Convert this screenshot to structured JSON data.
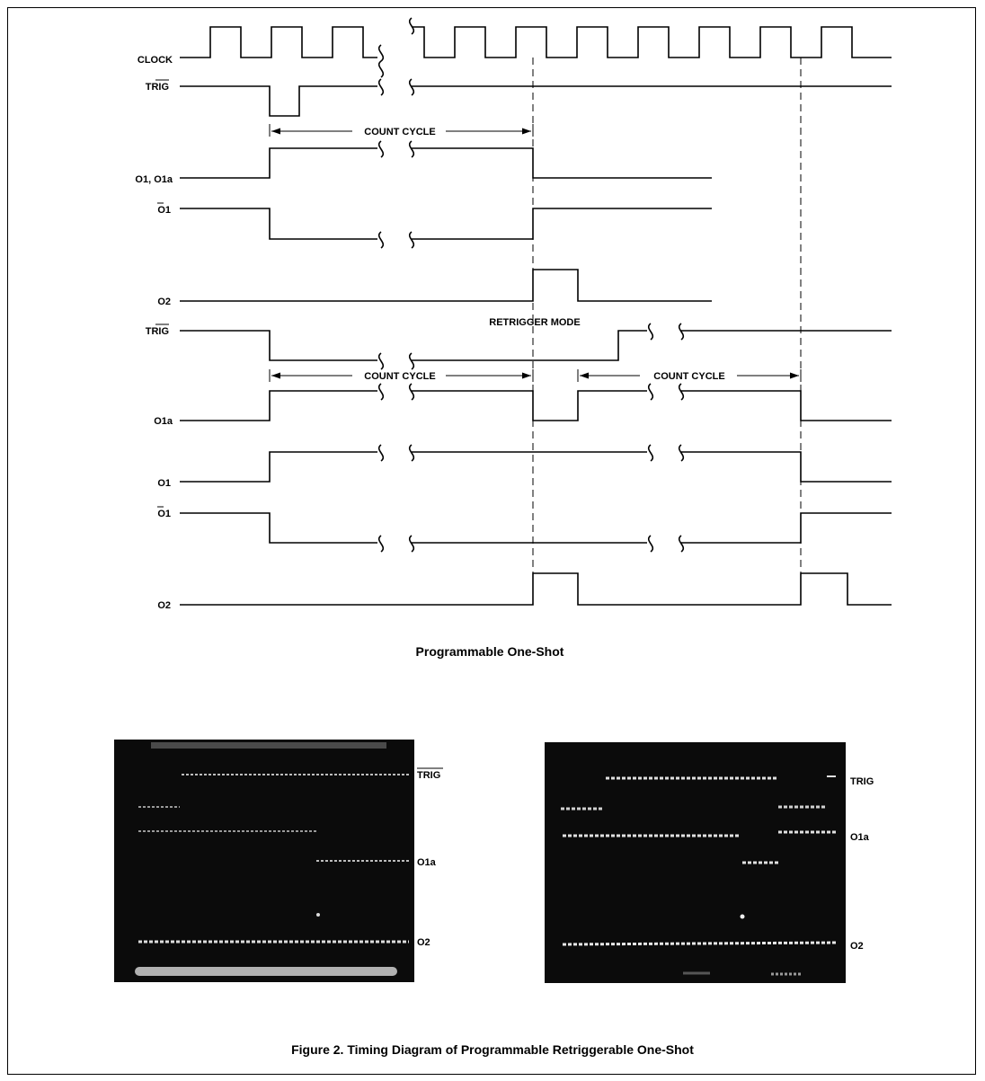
{
  "timing_diagram": {
    "clock_label": "CLOCK",
    "trig_label": "TRIG",
    "o1_o1a_label": "O1, O1a",
    "o1_bar_label": "O1",
    "o2_label": "O2",
    "retrigger_mode_label": "RETRIGGER MODE",
    "trig2_label": "TRIG",
    "o1a_label": "O1a",
    "o1_label": "O1",
    "o1_bar2_label": "O1",
    "o2b_label": "O2",
    "count_cycle_1": "COUNT CYCLE",
    "count_cycle_2": "COUNT CYCLE",
    "count_cycle_3": "COUNT CYCLE"
  },
  "subtitle": "Programmable One-Shot",
  "photo_left": {
    "trig_label": "TRIG",
    "o1a_label": "O1a",
    "o2_label": "O2"
  },
  "photo_right": {
    "trig_label": "TRIG",
    "o1a_label": "O1a",
    "o2_label": "O2"
  },
  "caption": "Figure 2. Timing Diagram of Programmable Retriggerable One-Shot"
}
